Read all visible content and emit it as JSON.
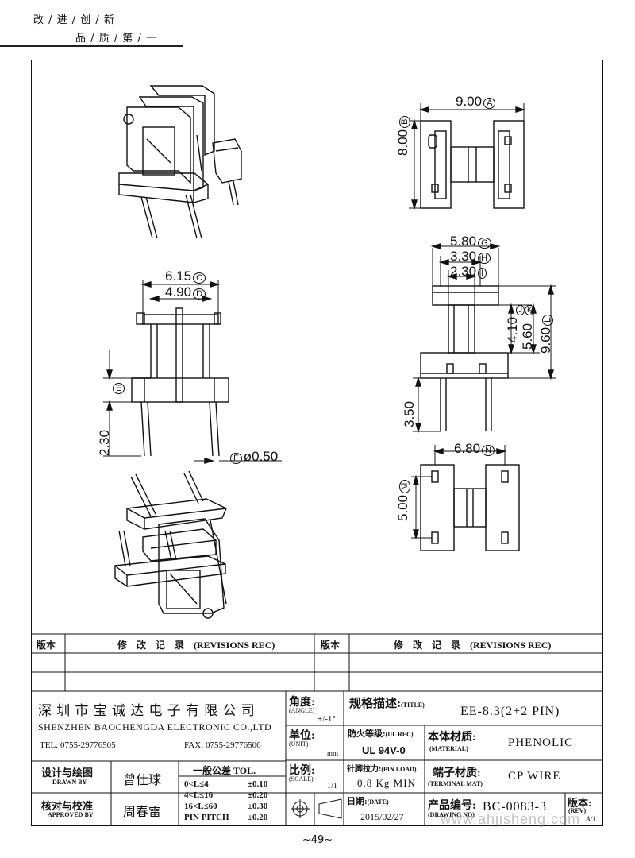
{
  "header": {
    "slogan_line1": "改 / 进 / 创 / 新",
    "slogan_line2": "品 / 质 / 第 / 一"
  },
  "dimensions": {
    "a": "9.00",
    "a_tag": "A",
    "b": "8.00",
    "b_tag": "B",
    "c": "6.15",
    "c_tag": "C",
    "d": "4.90",
    "d_tag": "D",
    "e_tag": "E",
    "e_val": "2.30",
    "f_tag": "F",
    "f": "ø0.50",
    "g": "5.80",
    "g_tag": "G",
    "h": "3.30",
    "h_tag": "H",
    "i": "2.30",
    "i_tag": "I",
    "j_tag": "J",
    "k_tag": "K",
    "jk": "4.10",
    "k": "5.60",
    "l": "9.60",
    "l_tag": "L",
    "pin_len": "3.50",
    "n": "6.80",
    "n_tag": "N",
    "m": "5.00",
    "m_tag": "M"
  },
  "revisions": {
    "col_version": "版本",
    "col_record": "修　改　记　录　(REVISIONS REC)",
    "col_version2": "版本",
    "col_record2": "修　改　记　录　(REVISIONS REC)"
  },
  "company": {
    "name_cn": "深 圳 市 宝 诚 达 电 子 有 限 公 司",
    "name_en": "SHENZHEN BAOCHENGDA ELECTRONIC CO.,LTD",
    "tel": "TEL: 0755-29776505",
    "fax": "FAX: 0755-29776506"
  },
  "titleblock": {
    "angle_label": "角度:",
    "angle_label_en": "(ANGLE)",
    "angle_val": "+/-1°",
    "unit_label": "单位:",
    "unit_label_en": "(UNIT)",
    "unit_val": "mm",
    "scale_label": "比例:",
    "scale_label_en": "(SCALE)",
    "scale_val": "1/1",
    "spec_label": "规格描述:",
    "spec_label_en": "(TITLE)",
    "spec_val": "EE-8.3(2+2 PIN)",
    "fire_label": "防火等级:",
    "fire_label_en": "(UL REC)",
    "fire_val": "UL 94V-0",
    "material_label": "本体材质:",
    "material_label_en": "(MATERIAL)",
    "material_val": "PHENOLIC",
    "pinload_label": "针脚拉力:",
    "pinload_label_en": "(PIN LOAD)",
    "pinload_val": "0.8 Kg MIN",
    "terminal_label": "端子材质:",
    "terminal_label_en": "(TERMINAL MAT)",
    "terminal_val": "CP WIRE",
    "date_label": "日期:",
    "date_label_en": "(DATE)",
    "date_val": "2015/02/27",
    "drawno_label": "产品编号:",
    "drawno_label_en": "(DRAWING NO)",
    "drawno_val": "BC-0083-3",
    "rev_label": "版本:",
    "rev_label_en": "(REV)",
    "rev_val": "A/1",
    "drawn_label": "设计与绘图",
    "drawn_label_en": "DRAWN BY",
    "drawn_val": "曾仕球",
    "approved_label": "核对与校准",
    "approved_label_en": "APPROVED BY",
    "approved_val": "周春雷",
    "tol_title": "一般公差 TOL.",
    "tol_rows": [
      {
        "range": "0<L≤4",
        "tol": "±0.10"
      },
      {
        "range": "4<L≤16",
        "tol": "±0.20"
      },
      {
        "range": "16<L≤60",
        "tol": "±0.30"
      },
      {
        "range": "PIN PITCH",
        "tol": "±0.20"
      }
    ]
  },
  "watermark": "www.ahjisheng.com",
  "page_number": "~49~"
}
